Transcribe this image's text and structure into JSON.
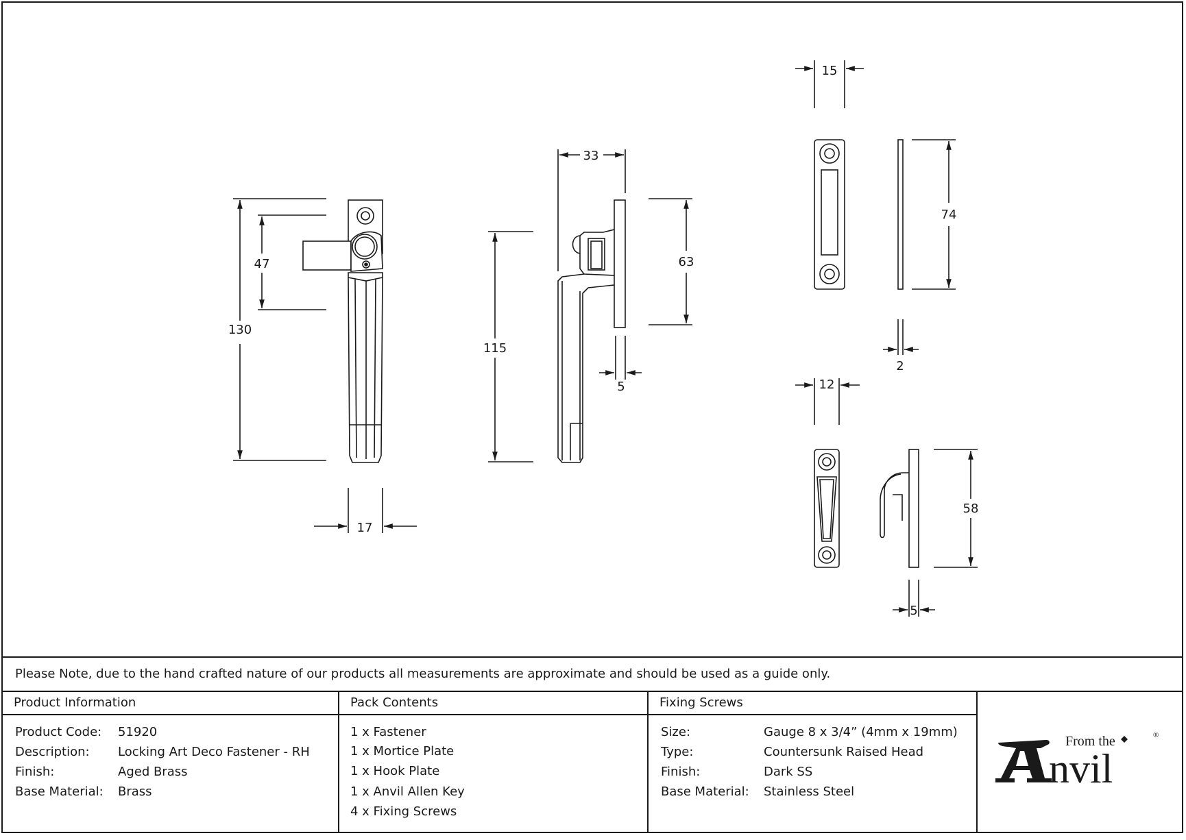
{
  "dimensions": {
    "d130": "130",
    "d47": "47",
    "d17": "17",
    "d33": "33",
    "d63": "63",
    "d115": "115",
    "d5a": "5",
    "d15": "15",
    "d74": "74",
    "d2": "2",
    "d12": "12",
    "d58": "58",
    "d5b": "5"
  },
  "note": "Please Note, due to the hand crafted nature of our products all measurements are approximate and should be used as a guide only.",
  "product_info": {
    "heading": "Product Information",
    "rows": [
      {
        "label": "Product Code:",
        "value": "51920"
      },
      {
        "label": "Description:",
        "value": "Locking Art Deco Fastener - RH"
      },
      {
        "label": "Finish:",
        "value": "Aged Brass"
      },
      {
        "label": "Base Material:",
        "value": "Brass"
      }
    ]
  },
  "pack_contents": {
    "heading": "Pack Contents",
    "items": [
      "1 x Fastener",
      "1 x Mortice Plate",
      "1 x Hook Plate",
      "1 x Anvil Allen Key",
      "4 x Fixing Screws"
    ]
  },
  "fixing_screws": {
    "heading": "Fixing Screws",
    "rows": [
      {
        "label": "Size:",
        "value": "Gauge 8 x 3/4” (4mm x 19mm)"
      },
      {
        "label": "Type:",
        "value": "Countersunk Raised Head"
      },
      {
        "label": "Finish:",
        "value": "Dark SS"
      },
      {
        "label": "Base Material:",
        "value": "Stainless Steel"
      }
    ]
  },
  "logo": {
    "from_the": "From the",
    "brand": "Anvil",
    "registered": "®"
  }
}
